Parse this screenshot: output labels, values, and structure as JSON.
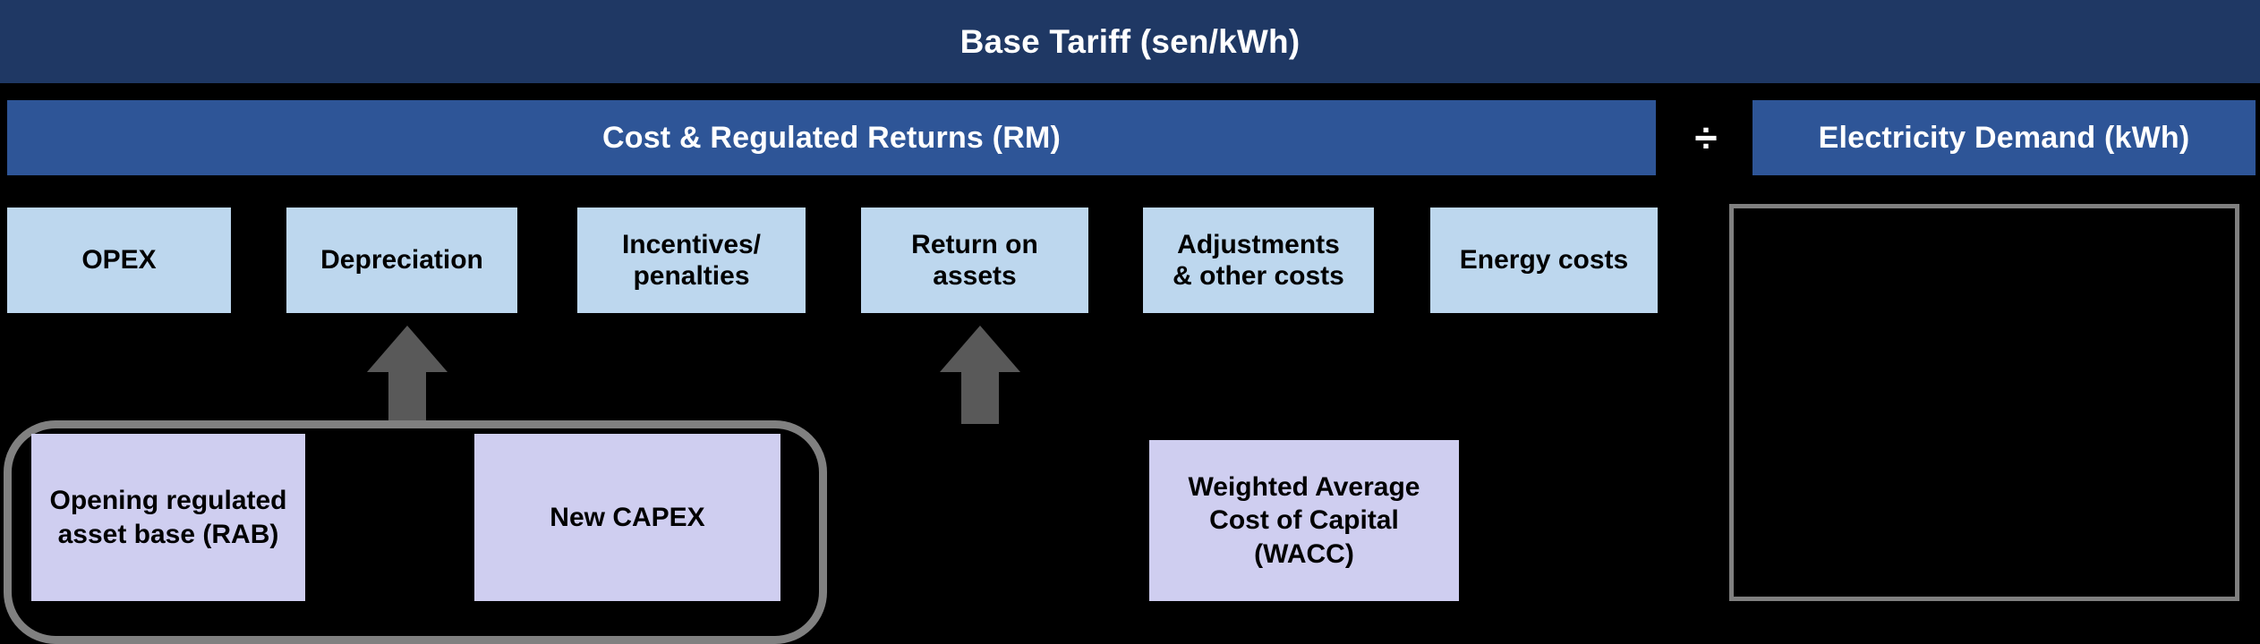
{
  "colors": {
    "background": "#000000",
    "base_tariff_bar": "#1F3864",
    "formula_bar": "#2E5597",
    "cost_box": "#BDD7EE",
    "driver_box": "#CFCEF0",
    "arrow": "#595959",
    "bracket": "#808080",
    "panel_border": "#808080",
    "bar_text": "#FFFFFF",
    "box_text": "#000000"
  },
  "header": {
    "title": "Base Tariff (sen/kWh)"
  },
  "formula": {
    "numerator_label": "Cost & Regulated Returns (RM)",
    "operator": "÷",
    "operator_icon": "divide-icon",
    "denominator_label": "Electricity Demand (kWh)"
  },
  "cost_components": [
    {
      "label": "OPEX"
    },
    {
      "label": "Depreciation"
    },
    {
      "label": "Incentives/\npenalties"
    },
    {
      "label": "Return on\nassets"
    },
    {
      "label": "Adjustments\n& other costs"
    },
    {
      "label": "Energy costs"
    }
  ],
  "drivers": [
    {
      "label": "Opening regulated\nasset base (RAB)"
    },
    {
      "label": "New CAPEX"
    },
    {
      "label": "Weighted Average\nCost of Capital\n(WACC)"
    }
  ],
  "arrows": [
    {
      "name": "arrow-to-depreciation",
      "icon": "arrow-up-icon"
    },
    {
      "name": "arrow-to-return-on-assets",
      "icon": "arrow-up-icon"
    }
  ],
  "grouping_bracket": {
    "name": "rab-capex-bracket",
    "feeds": "Depreciation"
  },
  "demand_panel": {
    "content": ""
  }
}
